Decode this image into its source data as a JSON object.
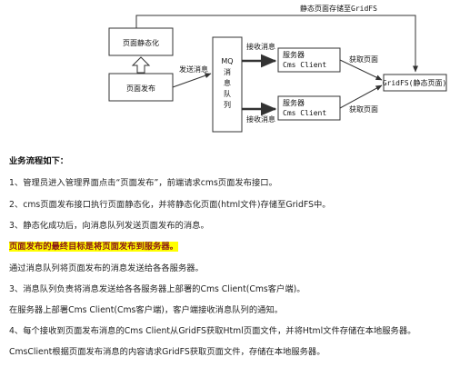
{
  "diagram": {
    "top_label": "静态页面存储至GridFS",
    "page_static_box": "页面静态化",
    "page_publish_box": "页面发布",
    "send_message_label": "发送消息",
    "mq_box": [
      "MQ",
      "消",
      "息",
      "队",
      "列"
    ],
    "receive_top_label": "接收消息",
    "receive_bottom_label": "接收消息",
    "server_top": [
      "服务器",
      "Cms Client"
    ],
    "server_bottom": [
      "服务器",
      "Cms Client"
    ],
    "get_page_top_label": "获取页面",
    "get_page_bottom_label": "获取页面",
    "gridfs_box": "GridFS(静态页面)"
  },
  "text": {
    "heading": "业务流程如下：",
    "step1": "1、管理员进入管理界面点击“页面发布”，前端请求cms页面发布接口。",
    "step2": "2、cms页面发布接口执行页面静态化，并将静态化页面(html文件)存储至GridFS中。",
    "step3": "3、静态化成功后，向消息队列发送页面发布的消息。",
    "highlight": "页面发布的最终目标是将页面发布到服务器。",
    "note1": "通过消息队列将页面发布的消息发送给各各服务器。",
    "step3b": "3、消息队列负责将消息发送给各各服务器上部署的Cms Client(Cms客户端)。",
    "note2": "在服务器上部署Cms Client(Cms客户端)，客户端接收消息队列的通知。",
    "step4": "4、每个接收到页面发布消息的Cms Client从GridFS获取Html页面文件，并将Html文件存储在本地服务器。",
    "note3": "CmsClient根据页面发布消息的内容请求GridFS获取页面文件，存储在本地服务器。"
  }
}
